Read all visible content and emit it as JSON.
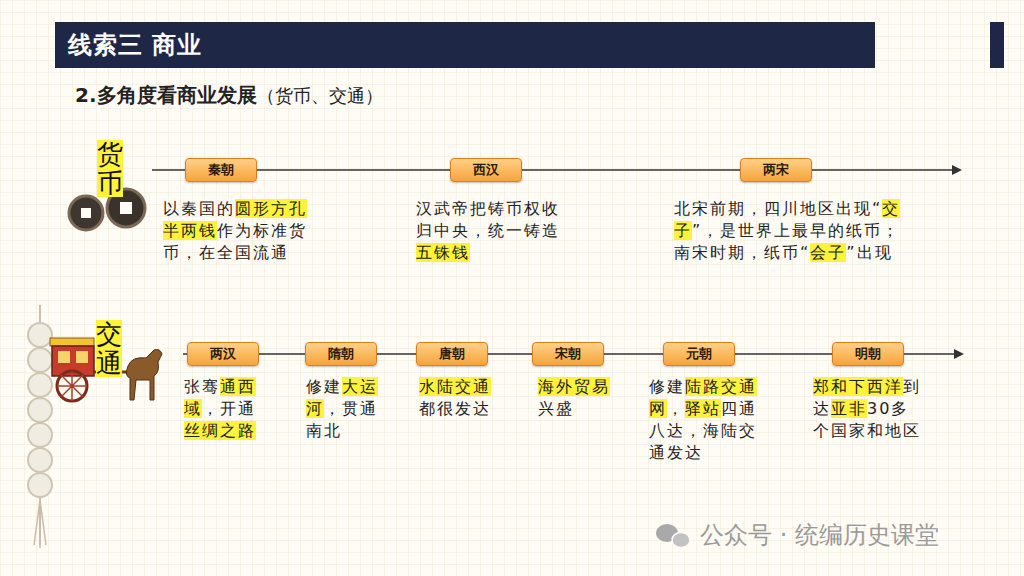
{
  "diagram": {
    "title": "线索三 商业",
    "nodes": [
      {
        "text": [
          "秦朝",
          "以秦国的圆形方孔半两钱作为标准货币，在全国流通"
        ]
      },
      {
        "text": [
          "西汉",
          "汉武帝把铸币权收归中央，统一铸造五铢钱"
        ]
      },
      {
        "text": [
          "两宋",
          "北宋前期，四川地区出现“交子”，是世界上最早的纸币；南宋时期，纸币“会子”出现"
        ]
      },
      {
        "text": [
          "两汉",
          "张骞通西域，开通丝绸之路"
        ]
      },
      {
        "text": [
          "隋朝",
          "修建大运河，贯通南北"
        ]
      },
      {
        "text": [
          "唐朝",
          "水陆交通都很发达"
        ]
      },
      {
        "text": [
          "宋朝",
          "海外贸易兴盛"
        ]
      },
      {
        "text": [
          "元朝",
          "修建陆路交通网，驿站四通八达，海陆交通发达"
        ]
      },
      {
        "text": [
          "明朝",
          "郑和下西洋到达亚非30多个国家和地区"
        ]
      }
    ],
    "edges": [
      {
        "from": 0,
        "to": 1,
        "arrow": "none"
      },
      {
        "from": 1,
        "to": 2,
        "arrow": "none"
      },
      {
        "from": 3,
        "to": 4,
        "arrow": "none"
      },
      {
        "from": 4,
        "to": 5,
        "arrow": "none"
      },
      {
        "from": 5,
        "to": 6,
        "arrow": "none"
      },
      {
        "from": 6,
        "to": 7,
        "arrow": "none"
      },
      {
        "from": 7,
        "to": 8,
        "arrow": "none"
      }
    ],
    "labels": [
      "2.多角度看商业发展（货币、交通）",
      "货币",
      "交通",
      "公众号 · 统编历史课堂"
    ]
  }
}
